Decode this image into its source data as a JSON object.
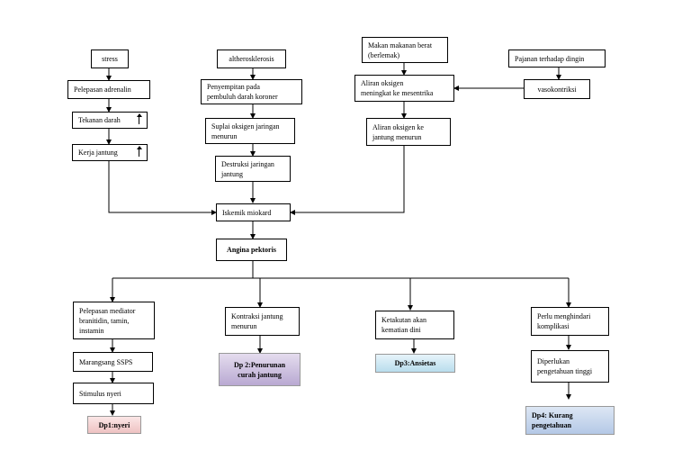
{
  "nodes": {
    "stress": "stress",
    "adrenalin": "Pelepasan adrenalin",
    "tekanan": "Tekanan darah",
    "kerja": "Kerja jantung",
    "athero": "altherosklerosis",
    "penyempitan": "Penyempitan pada\npembuluh darah koroner",
    "suplai": "Suplai oksigen jaringan\nmenurun",
    "destruksi": "Destruksi jaringan\njantung",
    "makan": "Makan makanan berat\n(berlemak)",
    "aliran1": "Aliran oksigen\nmeningkat ke mesentrika",
    "aliran2": "Aliran oksigen ke\njantung menurun",
    "pajanan": "Pajanan terhadap dingin",
    "vaso": "vasokontriksi",
    "iskemik": "Iskemik miokard",
    "angina": "Angina pektoris",
    "mediator": "Pelepasan mediator\nbranitidin, tamin,\ninstamin",
    "ssps": "Marangsang SSPS",
    "nyeri": "Stimulus nyeri",
    "dp1": "Dp1:nyeri",
    "kontraksi": "Kontraksi jantung\nmenurun",
    "dp2": "Dp 2:Penurunan\ncurah jantung",
    "ketakutan": "Ketakutan akan\nkematian dini",
    "dp3": "Dp3:Ansietas",
    "perlu": "Perlu menghindari\nkomplikasi",
    "diperlukan": "Diperlukan\npengetahuan tinggi",
    "dp4": "Dp4: Kurang\npengetahuan"
  },
  "colors": {
    "dp1": "#f4d2d2",
    "dp2": "#cbbedd",
    "dp3": "#cde7f3",
    "dp4": "#c9d9ee"
  }
}
